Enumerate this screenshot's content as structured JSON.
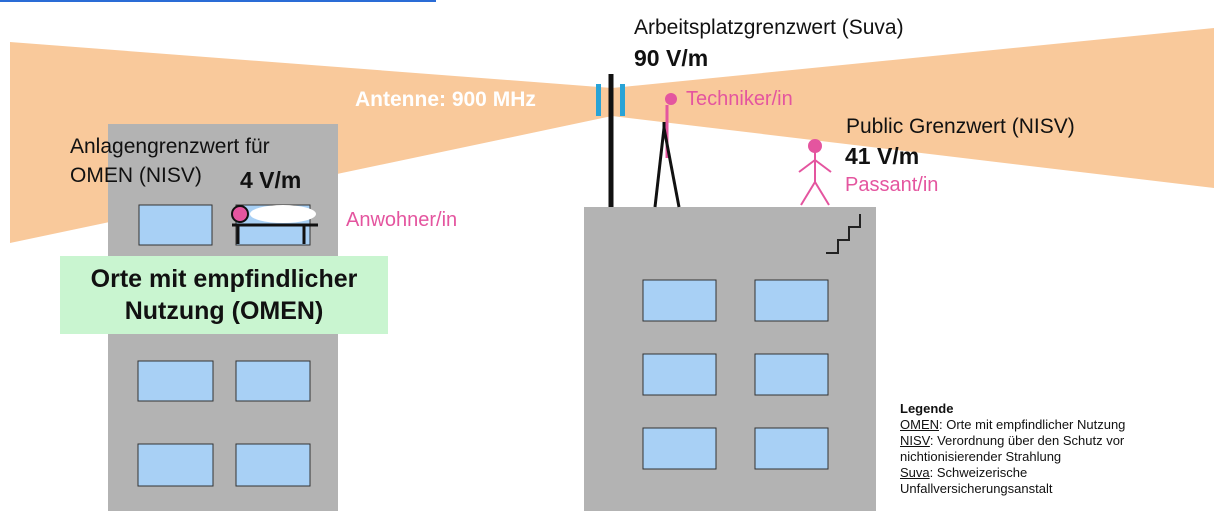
{
  "antenna_label": "Antenne: 900 MHz",
  "suva_limit": {
    "title": "Arbeitsplatzgrenzwert (Suva)",
    "value": "90 V/m"
  },
  "public_limit": {
    "title": "Public Grenzwert (NISV)",
    "value": "41 V/m"
  },
  "installation_limit": {
    "title_line1": "Anlagengrenzwert für",
    "title_line2": "OMEN (NISV)",
    "value": "4 V/m"
  },
  "persons": {
    "technician": "Techniker/in",
    "passerby": "Passant/in",
    "resident": "Anwohner/in"
  },
  "omen_box": {
    "line1": "Orte mit empfindlicher",
    "line2": "Nutzung (OMEN)"
  },
  "legend": {
    "title": "Legende",
    "omen_abbr": "OMEN",
    "omen_text": ": Orte mit empfindlicher Nutzung",
    "nisv_abbr": "NISV",
    "nisv_text": ": Verordnung über den Schutz vor",
    "nisv_text2": "nichtionisierender Strahlung",
    "suva_abbr": "Suva",
    "suva_text": ": Schweizerische",
    "suva_text2": "Unfallversicherungsanstalt"
  },
  "colors": {
    "beam": "#f9c99b",
    "building": "#b3b3b3",
    "window": "#a8d0f5",
    "accent": "#e4559f",
    "antenna_panel": "#29a3d6",
    "omen_box_bg": "#c9f5d0"
  }
}
